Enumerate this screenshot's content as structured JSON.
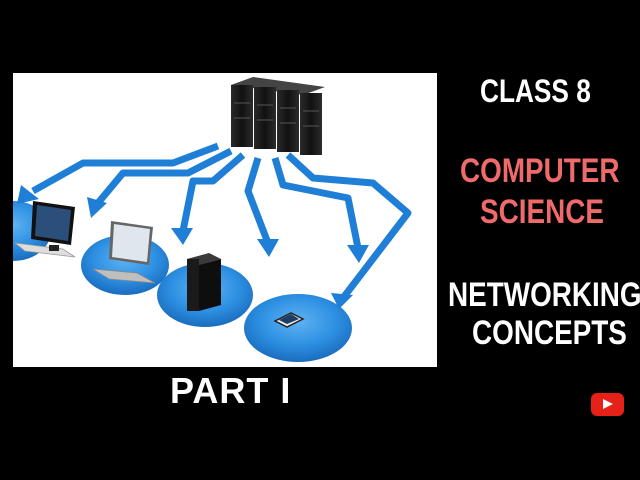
{
  "header": {
    "class_label": "CLASS 8",
    "subject_line1": "COMPUTER",
    "subject_line2": "SCIENCE",
    "topic_line1": "NETWORKING",
    "topic_line2": "CONCEPTS"
  },
  "part_title": "PART I",
  "colors": {
    "background": "#000000",
    "text_primary": "#ffffff",
    "text_accent": "#ef6a6a",
    "network_blue": "#1f7fd6",
    "disc_blue": "#2d8fe2",
    "youtube_red": "#e62117"
  },
  "icons": {
    "illustration": "network-diagram-illustration",
    "play_button": "youtube-play-icon"
  }
}
